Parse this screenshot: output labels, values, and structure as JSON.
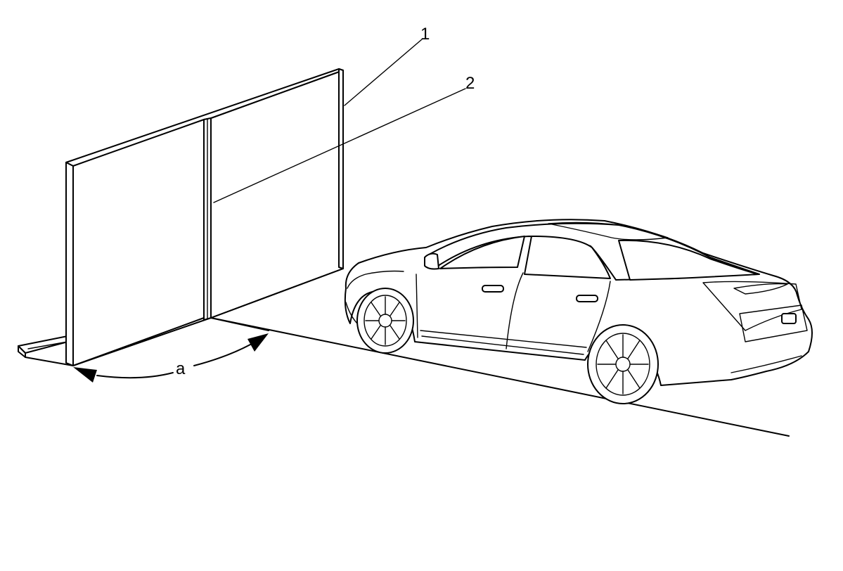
{
  "labels": {
    "callout_1": "1",
    "callout_2": "2",
    "angle_a": "a"
  },
  "colors": {
    "line": "#000000",
    "background": "#ffffff"
  }
}
